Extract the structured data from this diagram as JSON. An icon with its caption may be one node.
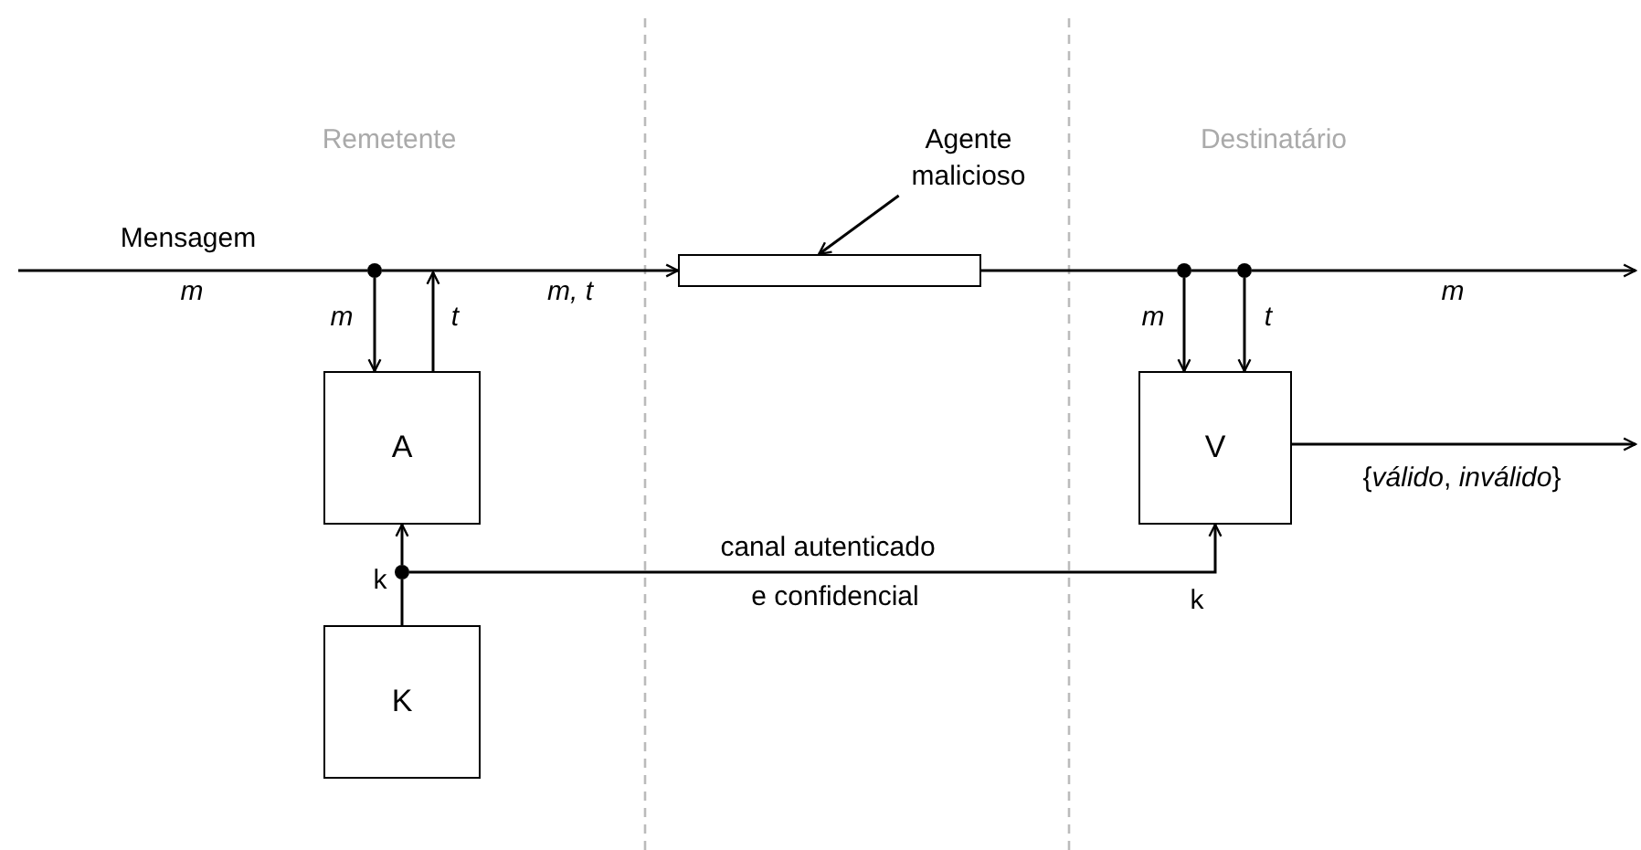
{
  "diagram": {
    "nodes": [
      {
        "text": [
          "A"
        ]
      },
      {
        "text": [
          "K"
        ]
      },
      {
        "text": [
          "V"
        ]
      },
      {
        "text": [],
        "shape": "box"
      },
      {
        "text": [
          "Agente malicioso"
        ]
      },
      {
        "text": [],
        "shape": "circle"
      },
      {
        "text": [],
        "shape": "circle"
      },
      {
        "text": [],
        "shape": "circle"
      },
      {
        "text": [],
        "shape": "circle"
      }
    ],
    "edges": [
      {
        "from": null,
        "to": 5,
        "arrow": "none",
        "label": "m"
      },
      {
        "from": 5,
        "to": 3,
        "arrow": "to",
        "label": "m, t"
      },
      {
        "from": 5,
        "to": 0,
        "arrow": "to",
        "label": "m"
      },
      {
        "from": 0,
        "to": null,
        "arrow": "to",
        "label": "t"
      },
      {
        "from": 3,
        "to": 6,
        "arrow": "none"
      },
      {
        "from": 6,
        "to": 7,
        "arrow": "none"
      },
      {
        "from": 7,
        "to": null,
        "arrow": "to",
        "label": "m"
      },
      {
        "from": 6,
        "to": 2,
        "arrow": "to",
        "label": "m"
      },
      {
        "from": 7,
        "to": 2,
        "arrow": "to",
        "label": "t"
      },
      {
        "from": 2,
        "to": null,
        "arrow": "to",
        "label": "{*válido*, *inválido*}"
      },
      {
        "from": 1,
        "to": 8,
        "arrow": "none",
        "label": "k"
      },
      {
        "from": 8,
        "to": 0,
        "arrow": "to"
      },
      {
        "from": 8,
        "to": 2,
        "arrow": "to",
        "label": "canal autenticado"
      },
      {
        "from": 4,
        "to": 3,
        "arrow": "to"
      }
    ],
    "labels": [
      "Remetente",
      "Destinatário",
      "Mensagem",
      "e confidencial",
      "k"
    ]
  }
}
